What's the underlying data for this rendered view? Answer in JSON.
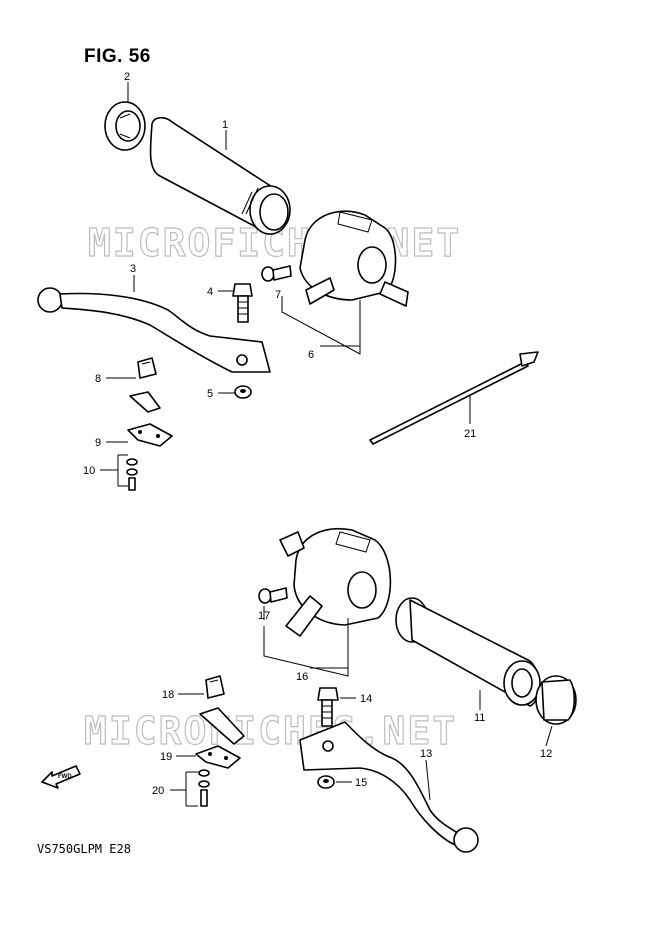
{
  "figure_title": "FIG. 56",
  "model_code": "VS750GLPM  E28",
  "watermark": "MICROFICHES.NET",
  "fwd_label": "FWD",
  "callouts": {
    "c1": "1",
    "c2": "2",
    "c3": "3",
    "c4": "4",
    "c5": "5",
    "c6": "6",
    "c7": "7",
    "c8": "8",
    "c9": "9",
    "c10": "10",
    "c11": "11",
    "c12": "12",
    "c13": "13",
    "c14": "14",
    "c15": "15",
    "c16": "16",
    "c17": "17",
    "c18": "18",
    "c19": "19",
    "c20": "20",
    "c21": "21"
  }
}
